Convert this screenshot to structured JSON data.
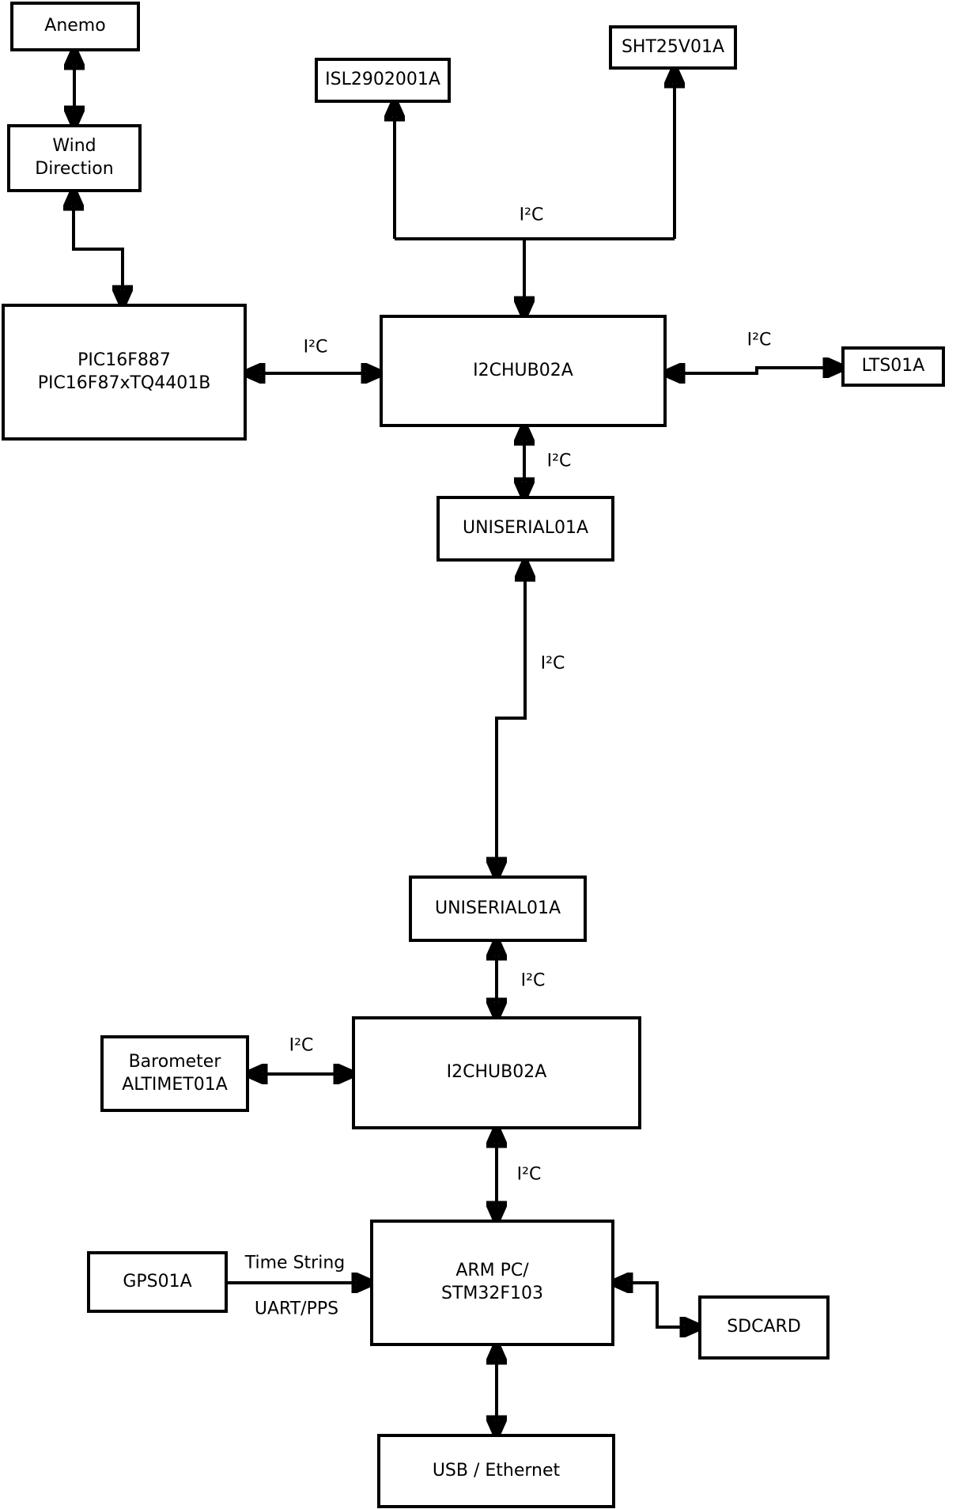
{
  "diagram": {
    "colors": {
      "line": "#000000",
      "background": "#ffffff",
      "box_fill": "#ffffff",
      "text": "#000000"
    },
    "nodes": [
      {
        "id": "anemo",
        "label": "Anemo"
      },
      {
        "id": "wind-direction",
        "label": "Wind\nDirection"
      },
      {
        "id": "pic16f887",
        "label": "PIC16F887\nPIC16F87xTQ4401B"
      },
      {
        "id": "isl2902001a",
        "label": "ISL2902001A"
      },
      {
        "id": "sht25v01a",
        "label": "SHT25V01A"
      },
      {
        "id": "i2chub02a-1",
        "label": "I2CHUB02A"
      },
      {
        "id": "lts01a",
        "label": "LTS01A"
      },
      {
        "id": "uniserial01a-1",
        "label": "UNISERIAL01A"
      },
      {
        "id": "uniserial01a-2",
        "label": "UNISERIAL01A"
      },
      {
        "id": "i2chub02a-2",
        "label": "I2CHUB02A"
      },
      {
        "id": "barometer-altimet01a",
        "label": "Barometer\nALTIMET01A"
      },
      {
        "id": "arm-pc",
        "label": "ARM PC/\nSTM32F103"
      },
      {
        "id": "gps01a",
        "label": "GPS01A"
      },
      {
        "id": "sdcard",
        "label": "SDCARD"
      },
      {
        "id": "usb-ethernet",
        "label": "USB / Ethernet"
      }
    ],
    "edges": [
      {
        "from": "anemo",
        "to": "wind-direction",
        "label": "",
        "bidirectional": true
      },
      {
        "from": "wind-direction",
        "to": "pic16f887",
        "label": "",
        "bidirectional": true
      },
      {
        "from": "pic16f887",
        "to": "i2chub02a-1",
        "label": "I²C",
        "bidirectional": true
      },
      {
        "from": "i2chub02a-1",
        "to": [
          "isl2902001a",
          "sht25v01a"
        ],
        "label": "I²C",
        "bidirectional": false
      },
      {
        "from": "i2chub02a-1",
        "to": "lts01a",
        "label": "I²C",
        "bidirectional": true
      },
      {
        "from": "i2chub02a-1",
        "to": "uniserial01a-1",
        "label": "I²C",
        "bidirectional": true
      },
      {
        "from": "uniserial01a-1",
        "to": "uniserial01a-2",
        "label": "I²C",
        "bidirectional": true
      },
      {
        "from": "uniserial01a-2",
        "to": "i2chub02a-2",
        "label": "I²C",
        "bidirectional": true
      },
      {
        "from": "i2chub02a-2",
        "to": "barometer-altimet01a",
        "label": "I²C",
        "bidirectional": true
      },
      {
        "from": "i2chub02a-2",
        "to": "arm-pc",
        "label": "I²C",
        "bidirectional": true
      },
      {
        "from": "gps01a",
        "to": "arm-pc",
        "label": "Time String",
        "label_2": "UART/PPS",
        "bidirectional": false
      },
      {
        "from": "arm-pc",
        "to": "sdcard",
        "label": "",
        "bidirectional": true
      },
      {
        "from": "arm-pc",
        "to": "usb-ethernet",
        "label": "",
        "bidirectional": true
      }
    ]
  }
}
